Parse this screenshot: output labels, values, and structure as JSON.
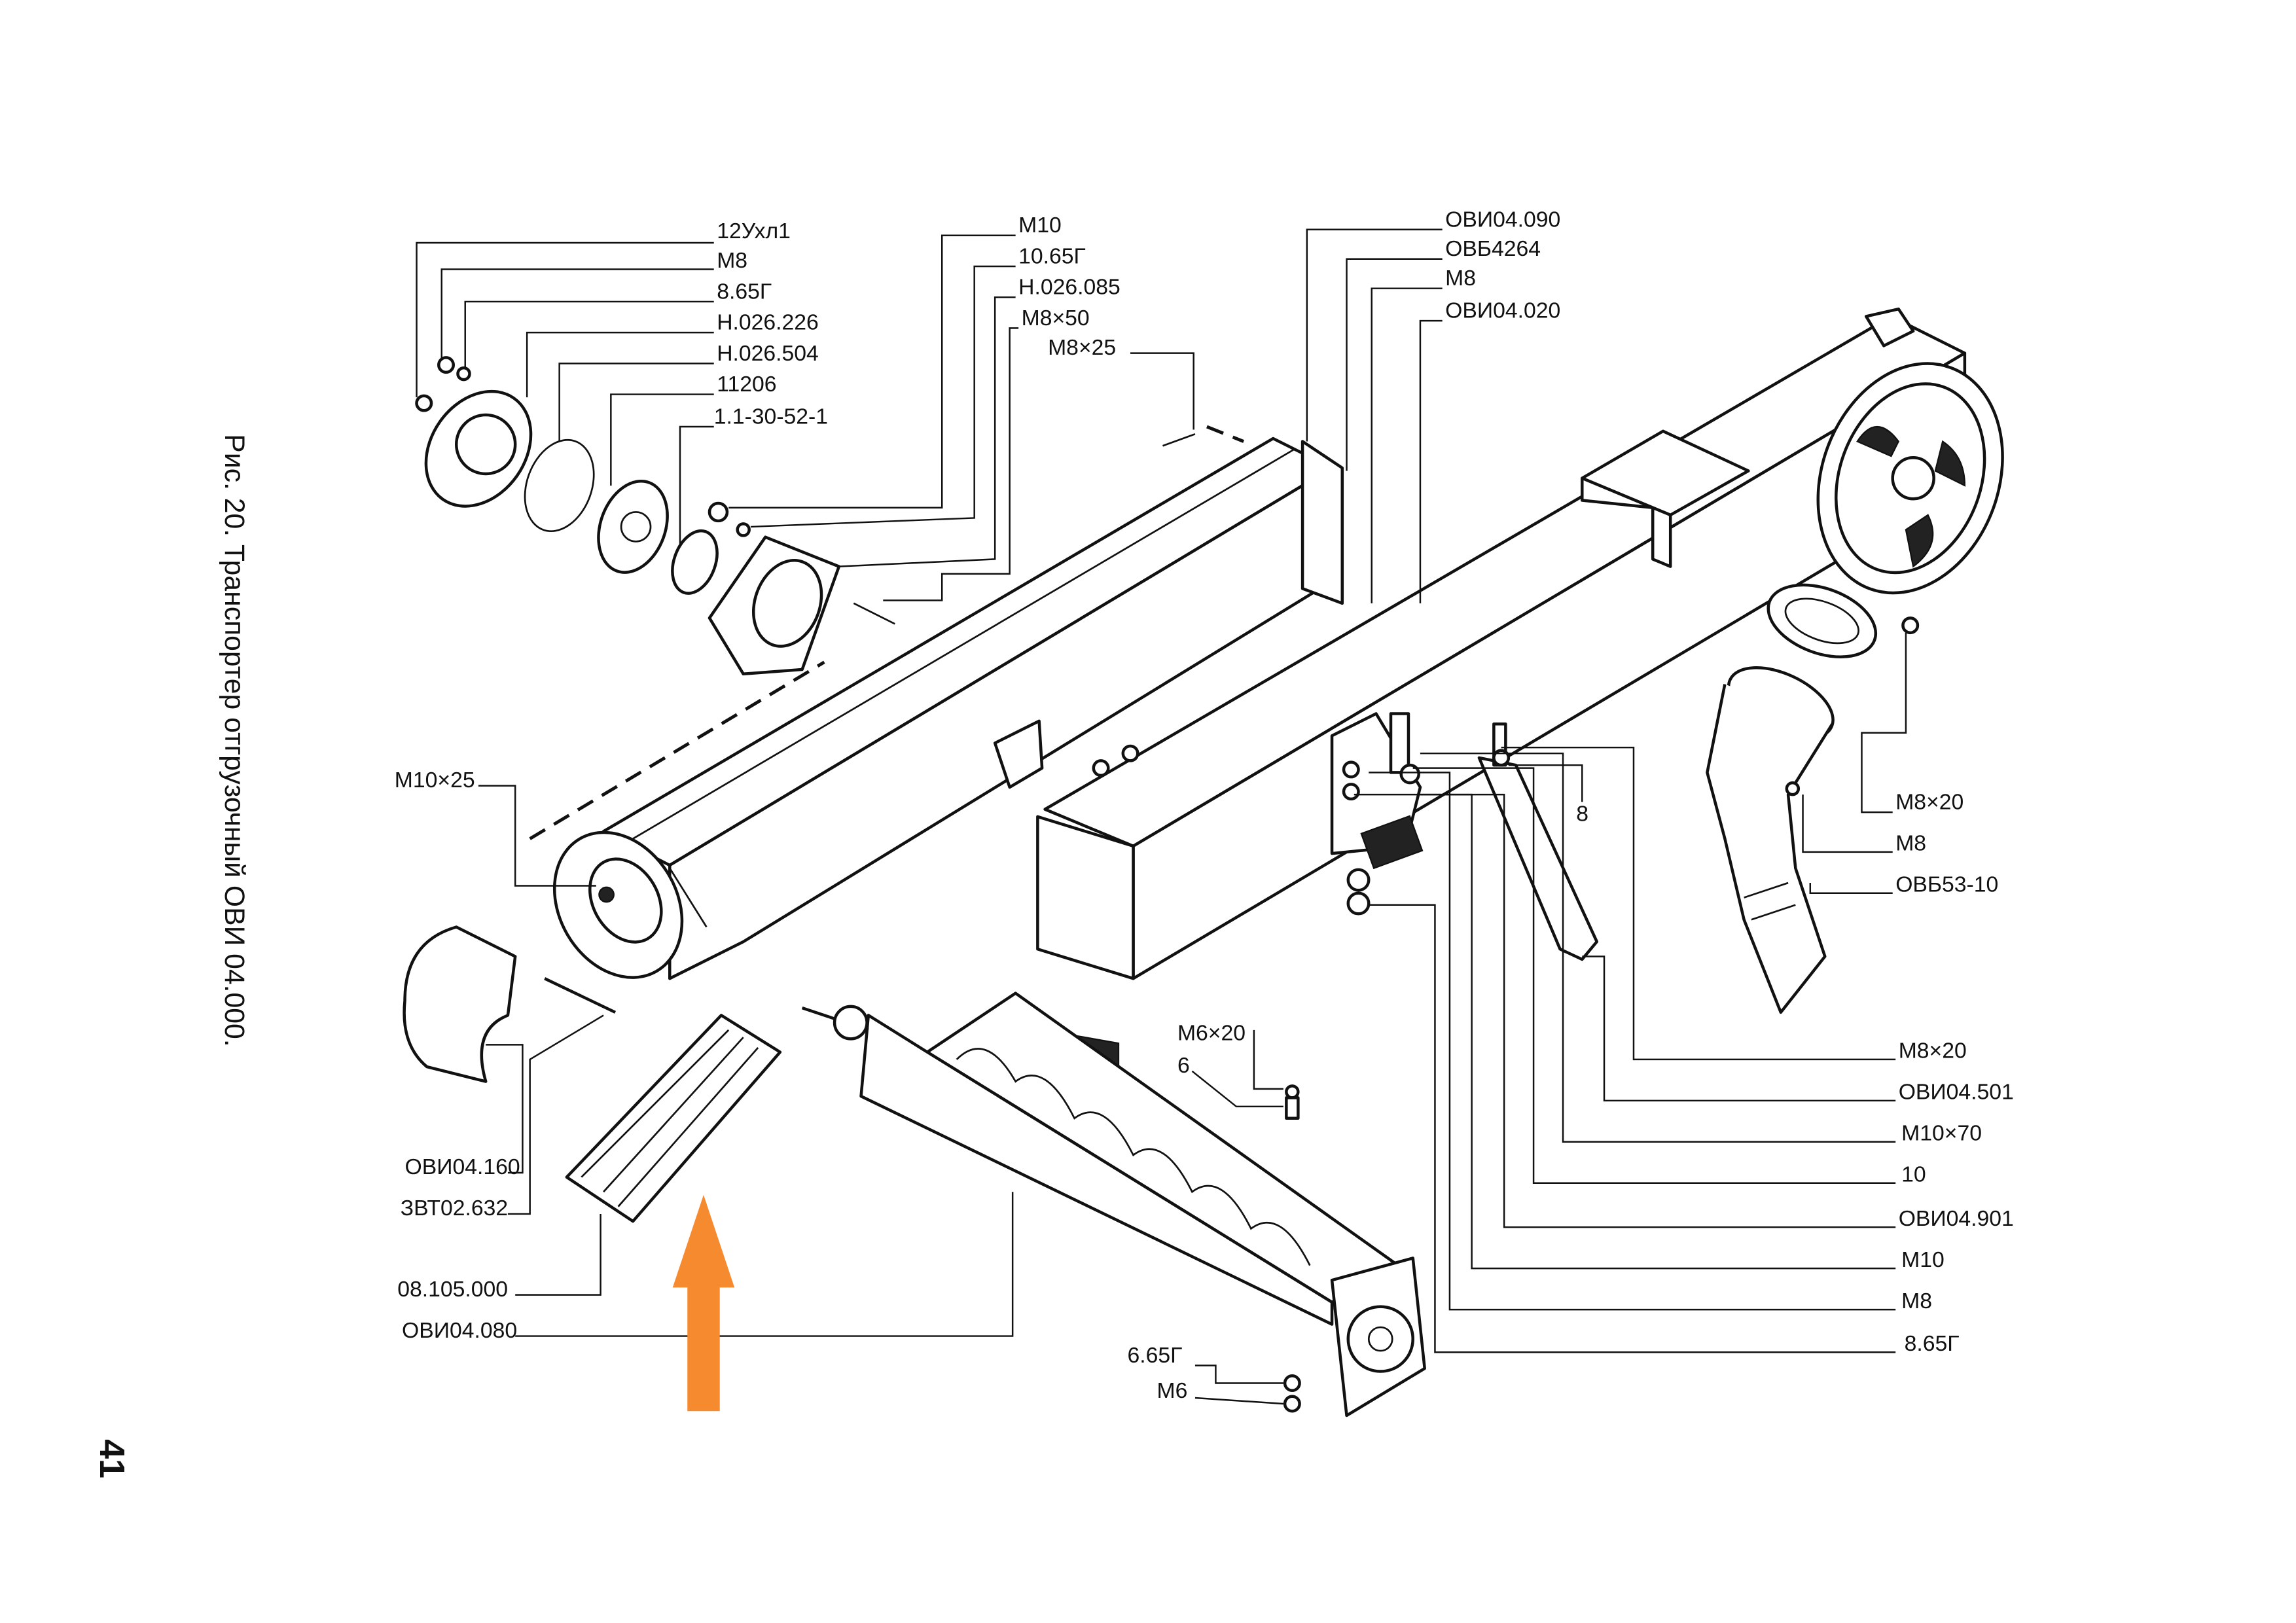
{
  "caption": "Рис. 20. Транспортер отгрузочный ОВИ 04.000.",
  "page_number": "41",
  "accent_color": "#f58a2e",
  "labels": {
    "bearing_group": [
      "12Ухл1",
      "M8",
      "8.65Г",
      "Н.026.226",
      "Н.026.504",
      "11206",
      "1.1-30-52-1"
    ],
    "housing_group": [
      "M10",
      "10.65Г",
      "Н.026.085",
      "M8×50",
      "M8×25"
    ],
    "head_group": [
      "ОВИ04.090",
      "ОВБ4264",
      "M8",
      "ОВИ04.020"
    ],
    "spout_group": [
      "M8×20",
      "M8",
      "ОВБ53-10"
    ],
    "bracket_number": "8",
    "support_group": [
      "M8×20",
      "ОВИ04.501",
      "M10×70",
      "10",
      "ОВИ04.901",
      "M10",
      "M8",
      "8.65Г"
    ],
    "left_group": [
      "M10×25",
      "ОВИ04.160",
      "ЗВТ02.632",
      "08.105.000",
      "ОВИ04.080"
    ],
    "auger_group": [
      "M6×20",
      "6",
      "6.65Г",
      "M6"
    ]
  }
}
